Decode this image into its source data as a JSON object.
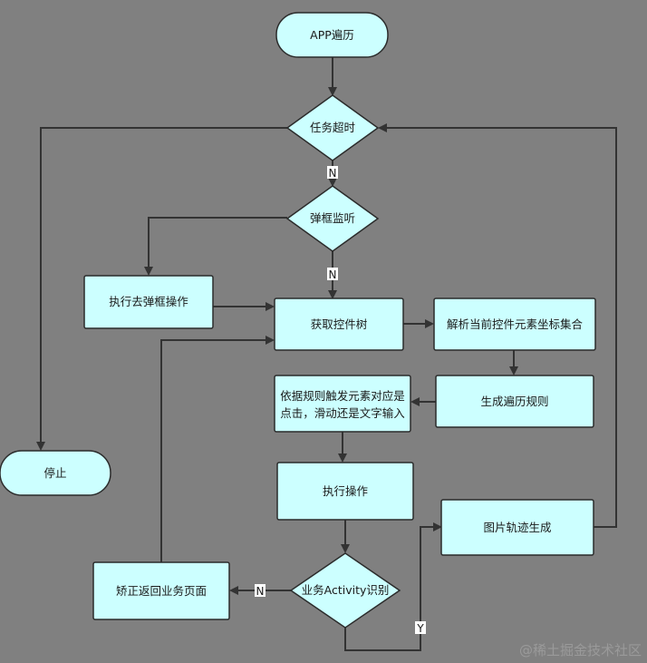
{
  "nodes": {
    "start": "APP遍历",
    "timeout": "任务超时",
    "popup_monitor": "弹框监听",
    "popup_action": "执行去弹框操作",
    "get_tree": "获取控件树",
    "parse_coords": "解析当前控件元素坐标集合",
    "gen_rule": "生成遍历规则",
    "trigger_line1": "依据规则触发元素对应是",
    "trigger_line2": "点击，滑动还是文字输入",
    "execute": "执行操作",
    "stop": "停止",
    "activity_check": "业务Activity识别",
    "return_page": "矫正返回业务页面",
    "trace_image": "图片轨迹生成"
  },
  "edge_labels": {
    "timeout_no": "N",
    "popup_no": "N",
    "activity_no": "N",
    "activity_yes": "Y"
  },
  "watermark": "@稀土掘金技术社区"
}
